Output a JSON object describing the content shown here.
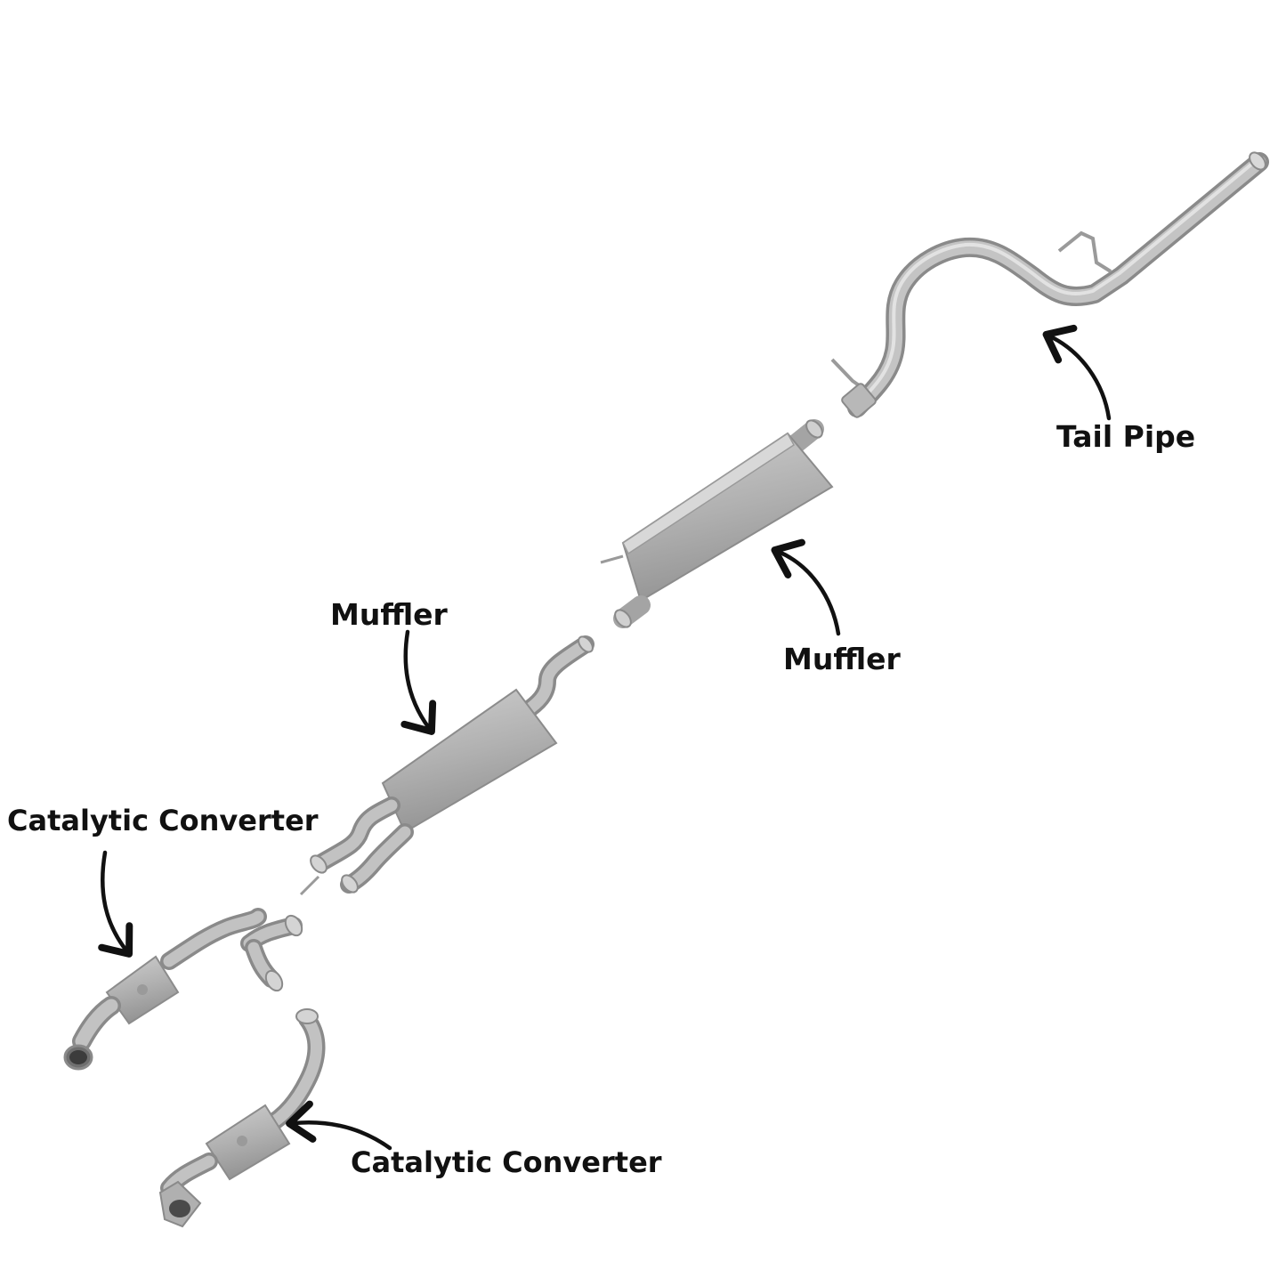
{
  "labels": {
    "tail_pipe": "Tail Pipe",
    "muffler_rear": "Muffler",
    "muffler_front": "Muffler",
    "catalytic_converter_front": "Catalytic Converter",
    "catalytic_converter_rear": "Catalytic Converter"
  },
  "colors": {
    "metal_light": "#c9c9c9",
    "metal_mid": "#a9a9a9",
    "metal_dark": "#8a8a8a",
    "arrow": "#111111",
    "label_text": "#111111",
    "background": "#ffffff"
  }
}
